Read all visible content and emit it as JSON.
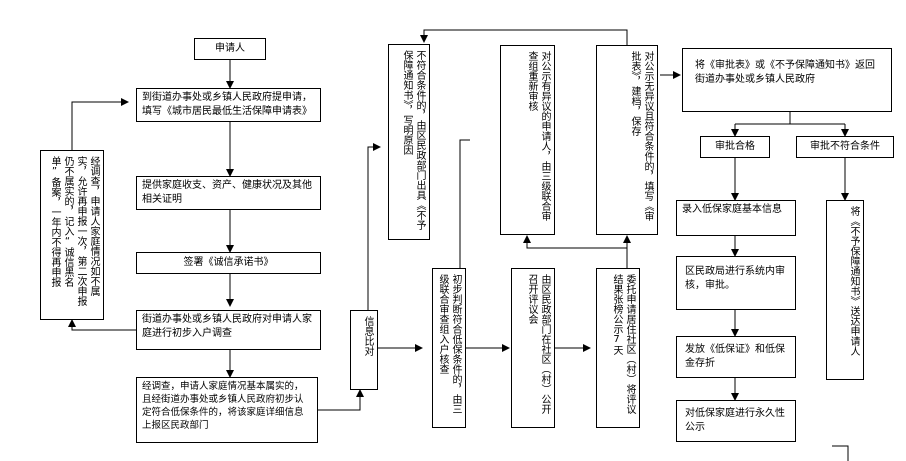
{
  "flowchart": {
    "applicant": "申请人",
    "apply": "到街道办事处或乡镇人民政府提申请，填写《城市居民最低生活保障申请表》",
    "provide_proof": "提供家庭收支、资产、健康状况及其他相关证明",
    "sign_commitment": "签署《诚信承诺书》",
    "initial_survey": "街道办事处或乡镇人民政府对申请人家庭进行初步入户调查",
    "untrue_recheck": "经调查，申请人家庭情况如不属实，允许再申报一次，第二次申报仍不属实的，记入“诚信黑名单”备案，一年内不得再申报",
    "verified_report": "经调查，申请人家庭情况基本属实的，且经街道办事处或乡镇人民政府初步认定符合低保条件的，将该家庭详细信息上报区民政部门",
    "compare": "信息比对",
    "reject_notice": "不符合条件的，由区民政部门出具《不予保障通知书》，写明原因",
    "joint_visit": "初步判断符合低保条件的，由三级联合审查组入户核查",
    "review_meeting": "由区民政部门在社区（村）公开召开评议会",
    "publicize_7days": "委托申请居住社区（村）将评议结果张榜公示7天",
    "objection_recheck": "对公示有异议的申请人，由三级联合审查组重新审核",
    "no_objection": "对公示无异议且符合条件的，填写《审批表》，建档，保存",
    "return_form": "将《审批表》或《不予保障通知书》返回街道办事处或乡镇人民政府",
    "approved": "审批合格",
    "rejected": "审批不符合条件",
    "enter_info": "录入低保家庭基本信息",
    "bureau_review": "区民政局进行系统内审核，审批。",
    "issue_card": "发放《低保证》和低保金存折",
    "permanent_public": "对低保家庭进行永久性公示",
    "deliver_notice": "将《不予保障通知书》送达申请人"
  }
}
